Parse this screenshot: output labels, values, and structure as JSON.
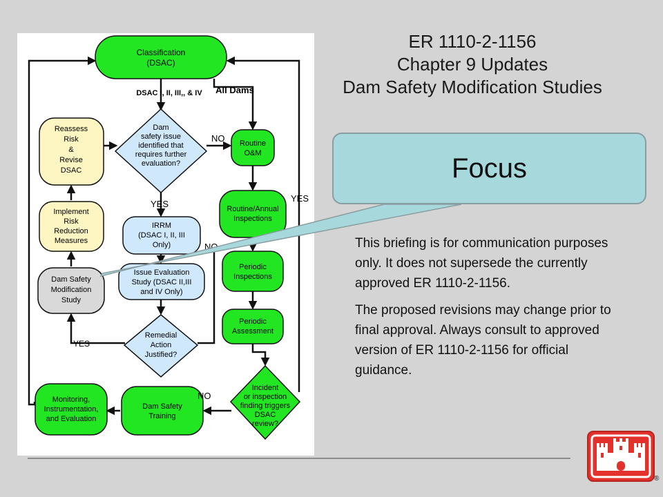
{
  "title": {
    "line1": "ER 1110-2-1156",
    "line2": "Chapter 9 Updates",
    "line3": "Dam Safety Modification Studies"
  },
  "callout": {
    "label": "Focus"
  },
  "notice": {
    "para1": "This briefing is for communication purposes only. It does not supersede the currently approved ER 1110-2-1156.",
    "para2": "The proposed revisions may change prior to final approval. Always consult to approved version of ER 1110-2-1156 for official guidance."
  },
  "flowchart": {
    "classification": [
      "Classification",
      "(DSAC)"
    ],
    "branch_left": "DSAC I, II, III,, & IV",
    "branch_right": "All Dams",
    "decision_issue": [
      "Dam",
      "safety issue",
      "identified that",
      "requires further",
      "evaluation?"
    ],
    "reassess": [
      "Reassess",
      "Risk",
      "&",
      "Revise",
      "DSAC"
    ],
    "implement": [
      "Implement",
      "Risk",
      "Reduction",
      "Measures"
    ],
    "dsms": [
      "Dam Safety",
      "Modification",
      "Study"
    ],
    "irrm": [
      "IRRM",
      "(DSAC I, II, III",
      "Only)"
    ],
    "ies": [
      "Issue Evaluation",
      "Study (DSAC II,III",
      "and IV Only)"
    ],
    "remedial": [
      "Remedial",
      "Action",
      "Justified?"
    ],
    "routine_om": [
      "Routine",
      "O&M"
    ],
    "routine_annual": [
      "Routine/Annual",
      "Inspections"
    ],
    "periodic_insp": [
      "Periodic",
      "Inspections"
    ],
    "periodic_assess": [
      "Periodic",
      "Assessment"
    ],
    "incident": [
      "Incident",
      "or inspection",
      "finding triggers",
      "DSAC",
      "review?"
    ],
    "training": [
      "Dam Safety",
      "Training"
    ],
    "monitoring": [
      "Monitoring,",
      "Instrumentation,",
      "and Evaluation"
    ],
    "label_yes": "YES",
    "label_no": "NO"
  },
  "colors": {
    "green": "#22e622",
    "yellow": "#fdf6c3",
    "blue": "#cfe8fb",
    "gray": "#d9d9d9",
    "focus_fill": "#a6d8dc",
    "logo_red": "#e3322b"
  },
  "logo": {
    "mark": "®"
  }
}
